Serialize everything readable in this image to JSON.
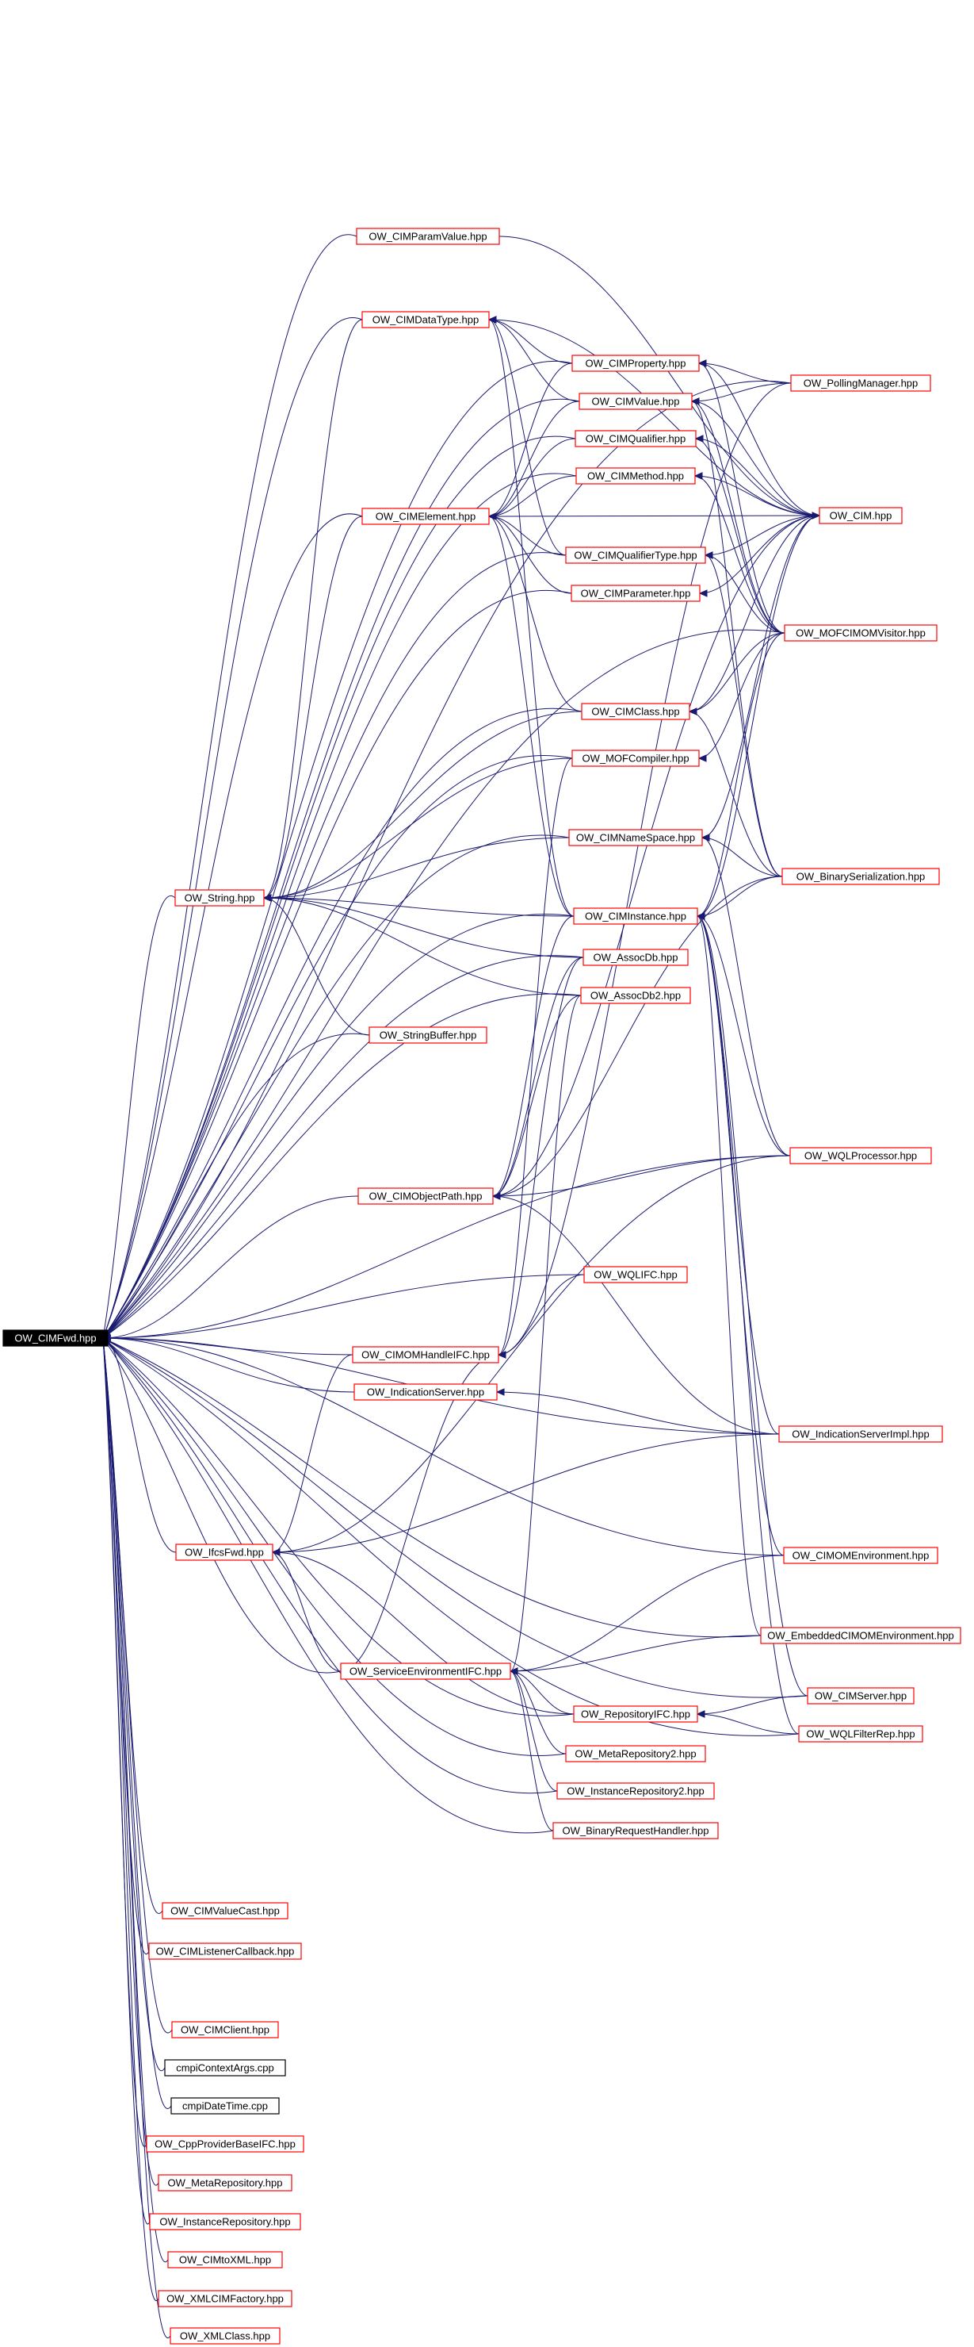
{
  "graph": {
    "root": "OW_CIMFwd.hpp",
    "nodes": [
      {
        "id": "OW_CIMFwd.hpp",
        "label": "OW_CIMFwd.hpp",
        "style": "root"
      },
      {
        "id": "OW_CIMParamValue.hpp",
        "label": "OW_CIMParamValue.hpp",
        "style": "red"
      },
      {
        "id": "OW_CIMDataType.hpp",
        "label": "OW_CIMDataType.hpp",
        "style": "red"
      },
      {
        "id": "OW_CIMProperty.hpp",
        "label": "OW_CIMProperty.hpp",
        "style": "red"
      },
      {
        "id": "OW_CIMValue.hpp",
        "label": "OW_CIMValue.hpp",
        "style": "red"
      },
      {
        "id": "OW_PollingManager.hpp",
        "label": "OW_PollingManager.hpp",
        "style": "red"
      },
      {
        "id": "OW_CIMQualifier.hpp",
        "label": "OW_CIMQualifier.hpp",
        "style": "red"
      },
      {
        "id": "OW_CIMMethod.hpp",
        "label": "OW_CIMMethod.hpp",
        "style": "red"
      },
      {
        "id": "OW_CIMElement.hpp",
        "label": "OW_CIMElement.hpp",
        "style": "red"
      },
      {
        "id": "OW_CIM.hpp",
        "label": "OW_CIM.hpp",
        "style": "red"
      },
      {
        "id": "OW_CIMQualifierType.hpp",
        "label": "OW_CIMQualifierType.hpp",
        "style": "red"
      },
      {
        "id": "OW_CIMParameter.hpp",
        "label": "OW_CIMParameter.hpp",
        "style": "red"
      },
      {
        "id": "OW_MOFCIMOMVisitor.hpp",
        "label": "OW_MOFCIMOMVisitor.hpp",
        "style": "red"
      },
      {
        "id": "OW_CIMClass.hpp",
        "label": "OW_CIMClass.hpp",
        "style": "red"
      },
      {
        "id": "OW_MOFCompiler.hpp",
        "label": "OW_MOFCompiler.hpp",
        "style": "red"
      },
      {
        "id": "OW_CIMNameSpace.hpp",
        "label": "OW_CIMNameSpace.hpp",
        "style": "red"
      },
      {
        "id": "OW_BinarySerialization.hpp",
        "label": "OW_BinarySerialization.hpp",
        "style": "red"
      },
      {
        "id": "OW_String.hpp",
        "label": "OW_String.hpp",
        "style": "red"
      },
      {
        "id": "OW_CIMInstance.hpp",
        "label": "OW_CIMInstance.hpp",
        "style": "red"
      },
      {
        "id": "OW_AssocDb.hpp",
        "label": "OW_AssocDb.hpp",
        "style": "red"
      },
      {
        "id": "OW_AssocDb2.hpp",
        "label": "OW_AssocDb2.hpp",
        "style": "red"
      },
      {
        "id": "OW_StringBuffer.hpp",
        "label": "OW_StringBuffer.hpp",
        "style": "red"
      },
      {
        "id": "OW_WQLProcessor.hpp",
        "label": "OW_WQLProcessor.hpp",
        "style": "red"
      },
      {
        "id": "OW_CIMObjectPath.hpp",
        "label": "OW_CIMObjectPath.hpp",
        "style": "red"
      },
      {
        "id": "OW_WQLIFC.hpp",
        "label": "OW_WQLIFC.hpp",
        "style": "red"
      },
      {
        "id": "OW_CIMOMHandleIFC.hpp",
        "label": "OW_CIMOMHandleIFC.hpp",
        "style": "red"
      },
      {
        "id": "OW_IndicationServer.hpp",
        "label": "OW_IndicationServer.hpp",
        "style": "red"
      },
      {
        "id": "OW_IndicationServerImpl.hpp",
        "label": "OW_IndicationServerImpl.hpp",
        "style": "red"
      },
      {
        "id": "OW_IfcsFwd.hpp",
        "label": "OW_IfcsFwd.hpp",
        "style": "red"
      },
      {
        "id": "OW_CIMOMEnvironment.hpp",
        "label": "OW_CIMOMEnvironment.hpp",
        "style": "red"
      },
      {
        "id": "OW_EmbeddedCIMOMEnvironment.hpp",
        "label": "OW_EmbeddedCIMOMEnvironment.hpp",
        "style": "red"
      },
      {
        "id": "OW_ServiceEnvironmentIFC.hpp",
        "label": "OW_ServiceEnvironmentIFC.hpp",
        "style": "red"
      },
      {
        "id": "OW_CIMServer.hpp",
        "label": "OW_CIMServer.hpp",
        "style": "red"
      },
      {
        "id": "OW_RepositoryIFC.hpp",
        "label": "OW_RepositoryIFC.hpp",
        "style": "red"
      },
      {
        "id": "OW_WQLFilterRep.hpp",
        "label": "OW_WQLFilterRep.hpp",
        "style": "red"
      },
      {
        "id": "OW_MetaRepository2.hpp",
        "label": "OW_MetaRepository2.hpp",
        "style": "red"
      },
      {
        "id": "OW_InstanceRepository2.hpp",
        "label": "OW_InstanceRepository2.hpp",
        "style": "red"
      },
      {
        "id": "OW_BinaryRequestHandler.hpp",
        "label": "OW_BinaryRequestHandler.hpp",
        "style": "red"
      },
      {
        "id": "OW_CIMValueCast.hpp",
        "label": "OW_CIMValueCast.hpp",
        "style": "red"
      },
      {
        "id": "OW_CIMListenerCallback.hpp",
        "label": "OW_CIMListenerCallback.hpp",
        "style": "red"
      },
      {
        "id": "OW_CIMClient.hpp",
        "label": "OW_CIMClient.hpp",
        "style": "red"
      },
      {
        "id": "cmpiContextArgs.cpp",
        "label": "cmpiContextArgs.cpp",
        "style": "black"
      },
      {
        "id": "cmpiDateTime.cpp",
        "label": "cmpiDateTime.cpp",
        "style": "black"
      },
      {
        "id": "OW_CppProviderBaseIFC.hpp",
        "label": "OW_CppProviderBaseIFC.hpp",
        "style": "red"
      },
      {
        "id": "OW_MetaRepository.hpp",
        "label": "OW_MetaRepository.hpp",
        "style": "red"
      },
      {
        "id": "OW_InstanceRepository.hpp",
        "label": "OW_InstanceRepository.hpp",
        "style": "red"
      },
      {
        "id": "OW_CIMtoXML.hpp",
        "label": "OW_CIMtoXML.hpp",
        "style": "red"
      },
      {
        "id": "OW_XMLCIMFactory.hpp",
        "label": "OW_XMLCIMFactory.hpp",
        "style": "red"
      },
      {
        "id": "OW_XMLClass.hpp",
        "label": "OW_XMLClass.hpp",
        "style": "red"
      }
    ],
    "edges": [
      [
        "OW_CIMParamValue.hpp",
        "OW_CIMFwd.hpp"
      ],
      [
        "OW_CIMDataType.hpp",
        "OW_CIMFwd.hpp"
      ],
      [
        "OW_CIMProperty.hpp",
        "OW_CIMFwd.hpp"
      ],
      [
        "OW_CIMValue.hpp",
        "OW_CIMFwd.hpp"
      ],
      [
        "OW_PollingManager.hpp",
        "OW_CIMFwd.hpp"
      ],
      [
        "OW_CIMQualifier.hpp",
        "OW_CIMFwd.hpp"
      ],
      [
        "OW_CIMMethod.hpp",
        "OW_CIMFwd.hpp"
      ],
      [
        "OW_CIMElement.hpp",
        "OW_CIMFwd.hpp"
      ],
      [
        "OW_CIMQualifierType.hpp",
        "OW_CIMFwd.hpp"
      ],
      [
        "OW_CIMParameter.hpp",
        "OW_CIMFwd.hpp"
      ],
      [
        "OW_MOFCIMOMVisitor.hpp",
        "OW_CIMFwd.hpp"
      ],
      [
        "OW_CIMClass.hpp",
        "OW_CIMFwd.hpp"
      ],
      [
        "OW_MOFCompiler.hpp",
        "OW_CIMFwd.hpp"
      ],
      [
        "OW_CIMNameSpace.hpp",
        "OW_CIMFwd.hpp"
      ],
      [
        "OW_String.hpp",
        "OW_CIMFwd.hpp"
      ],
      [
        "OW_CIMInstance.hpp",
        "OW_CIMFwd.hpp"
      ],
      [
        "OW_AssocDb.hpp",
        "OW_CIMFwd.hpp"
      ],
      [
        "OW_AssocDb2.hpp",
        "OW_CIMFwd.hpp"
      ],
      [
        "OW_StringBuffer.hpp",
        "OW_CIMFwd.hpp"
      ],
      [
        "OW_WQLProcessor.hpp",
        "OW_CIMFwd.hpp"
      ],
      [
        "OW_CIMObjectPath.hpp",
        "OW_CIMFwd.hpp"
      ],
      [
        "OW_WQLIFC.hpp",
        "OW_CIMFwd.hpp"
      ],
      [
        "OW_CIMOMHandleIFC.hpp",
        "OW_CIMFwd.hpp"
      ],
      [
        "OW_IndicationServer.hpp",
        "OW_CIMFwd.hpp"
      ],
      [
        "OW_IndicationServerImpl.hpp",
        "OW_CIMFwd.hpp"
      ],
      [
        "OW_IfcsFwd.hpp",
        "OW_CIMFwd.hpp"
      ],
      [
        "OW_CIMOMEnvironment.hpp",
        "OW_CIMFwd.hpp"
      ],
      [
        "OW_EmbeddedCIMOMEnvironment.hpp",
        "OW_CIMFwd.hpp"
      ],
      [
        "OW_ServiceEnvironmentIFC.hpp",
        "OW_CIMFwd.hpp"
      ],
      [
        "OW_RepositoryIFC.hpp",
        "OW_CIMFwd.hpp"
      ],
      [
        "OW_MetaRepository2.hpp",
        "OW_CIMFwd.hpp"
      ],
      [
        "OW_InstanceRepository2.hpp",
        "OW_CIMFwd.hpp"
      ],
      [
        "OW_BinaryRequestHandler.hpp",
        "OW_CIMFwd.hpp"
      ],
      [
        "OW_CIMServer.hpp",
        "OW_CIMFwd.hpp"
      ],
      [
        "OW_WQLFilterRep.hpp",
        "OW_CIMFwd.hpp"
      ],
      [
        "OW_CIMValueCast.hpp",
        "OW_CIMFwd.hpp"
      ],
      [
        "OW_CIMListenerCallback.hpp",
        "OW_CIMFwd.hpp"
      ],
      [
        "OW_CIMClient.hpp",
        "OW_CIMFwd.hpp"
      ],
      [
        "cmpiContextArgs.cpp",
        "OW_CIMFwd.hpp"
      ],
      [
        "cmpiDateTime.cpp",
        "OW_CIMFwd.hpp"
      ],
      [
        "OW_CppProviderBaseIFC.hpp",
        "OW_CIMFwd.hpp"
      ],
      [
        "OW_MetaRepository.hpp",
        "OW_CIMFwd.hpp"
      ],
      [
        "OW_InstanceRepository.hpp",
        "OW_CIMFwd.hpp"
      ],
      [
        "OW_CIMtoXML.hpp",
        "OW_CIMFwd.hpp"
      ],
      [
        "OW_XMLCIMFactory.hpp",
        "OW_CIMFwd.hpp"
      ],
      [
        "OW_XMLClass.hpp",
        "OW_CIMFwd.hpp"
      ],
      [
        "OW_CIMParamValue.hpp",
        "OW_CIM.hpp"
      ],
      [
        "OW_CIMDataType.hpp",
        "OW_CIM.hpp"
      ],
      [
        "OW_CIMProperty.hpp",
        "OW_CIMDataType.hpp"
      ],
      [
        "OW_CIMValue.hpp",
        "OW_CIMDataType.hpp"
      ],
      [
        "OW_CIMQualifierType.hpp",
        "OW_CIMDataType.hpp"
      ],
      [
        "OW_CIMInstance.hpp",
        "OW_CIMDataType.hpp"
      ],
      [
        "OW_PollingManager.hpp",
        "OW_CIMProperty.hpp"
      ],
      [
        "OW_CIM.hpp",
        "OW_CIMProperty.hpp"
      ],
      [
        "OW_MOFCIMOMVisitor.hpp",
        "OW_CIMProperty.hpp"
      ],
      [
        "OW_PollingManager.hpp",
        "OW_CIMValue.hpp"
      ],
      [
        "OW_CIM.hpp",
        "OW_CIMValue.hpp"
      ],
      [
        "OW_MOFCIMOMVisitor.hpp",
        "OW_CIMValue.hpp"
      ],
      [
        "OW_BinarySerialization.hpp",
        "OW_CIMValue.hpp"
      ],
      [
        "OW_CIM.hpp",
        "OW_CIMQualifier.hpp"
      ],
      [
        "OW_MOFCIMOMVisitor.hpp",
        "OW_CIMQualifier.hpp"
      ],
      [
        "OW_CIM.hpp",
        "OW_CIMMethod.hpp"
      ],
      [
        "OW_MOFCIMOMVisitor.hpp",
        "OW_CIMMethod.hpp"
      ],
      [
        "OW_CIMProperty.hpp",
        "OW_CIMElement.hpp"
      ],
      [
        "OW_CIMValue.hpp",
        "OW_CIMElement.hpp"
      ],
      [
        "OW_CIMQualifier.hpp",
        "OW_CIMElement.hpp"
      ],
      [
        "OW_CIMMethod.hpp",
        "OW_CIMElement.hpp"
      ],
      [
        "OW_CIMQualifierType.hpp",
        "OW_CIMElement.hpp"
      ],
      [
        "OW_CIMParameter.hpp",
        "OW_CIMElement.hpp"
      ],
      [
        "OW_CIMClass.hpp",
        "OW_CIMElement.hpp"
      ],
      [
        "OW_CIMInstance.hpp",
        "OW_CIMElement.hpp"
      ],
      [
        "OW_CIM.hpp",
        "OW_CIMElement.hpp"
      ],
      [
        "OW_CIM.hpp",
        "OW_CIMQualifierType.hpp"
      ],
      [
        "OW_MOFCIMOMVisitor.hpp",
        "OW_CIMQualifierType.hpp"
      ],
      [
        "OW_BinarySerialization.hpp",
        "OW_CIMQualifierType.hpp"
      ],
      [
        "OW_CIM.hpp",
        "OW_CIMParameter.hpp"
      ],
      [
        "OW_CIM.hpp",
        "OW_CIMClass.hpp"
      ],
      [
        "OW_MOFCIMOMVisitor.hpp",
        "OW_CIMClass.hpp"
      ],
      [
        "OW_BinarySerialization.hpp",
        "OW_CIMClass.hpp"
      ],
      [
        "OW_MOFCIMOMVisitor.hpp",
        "OW_MOFCompiler.hpp"
      ],
      [
        "OW_CIM.hpp",
        "OW_CIMNameSpace.hpp"
      ],
      [
        "OW_BinarySerialization.hpp",
        "OW_CIMNameSpace.hpp"
      ],
      [
        "OW_WQLProcessor.hpp",
        "OW_CIMNameSpace.hpp"
      ],
      [
        "OW_CIMElement.hpp",
        "OW_String.hpp"
      ],
      [
        "OW_CIMClass.hpp",
        "OW_String.hpp"
      ],
      [
        "OW_MOFCompiler.hpp",
        "OW_String.hpp"
      ],
      [
        "OW_CIMNameSpace.hpp",
        "OW_String.hpp"
      ],
      [
        "OW_CIMInstance.hpp",
        "OW_String.hpp"
      ],
      [
        "OW_AssocDb.hpp",
        "OW_String.hpp"
      ],
      [
        "OW_AssocDb2.hpp",
        "OW_String.hpp"
      ],
      [
        "OW_StringBuffer.hpp",
        "OW_String.hpp"
      ],
      [
        "OW_CIMDataType.hpp",
        "OW_String.hpp"
      ],
      [
        "OW_CIM.hpp",
        "OW_CIMInstance.hpp"
      ],
      [
        "OW_MOFCIMOMVisitor.hpp",
        "OW_CIMInstance.hpp"
      ],
      [
        "OW_BinarySerialization.hpp",
        "OW_CIMInstance.hpp"
      ],
      [
        "OW_WQLProcessor.hpp",
        "OW_CIMInstance.hpp"
      ],
      [
        "OW_IndicationServerImpl.hpp",
        "OW_CIMInstance.hpp"
      ],
      [
        "OW_CIMOMEnvironment.hpp",
        "OW_CIMInstance.hpp"
      ],
      [
        "OW_EmbeddedCIMOMEnvironment.hpp",
        "OW_CIMInstance.hpp"
      ],
      [
        "OW_CIMServer.hpp",
        "OW_CIMInstance.hpp"
      ],
      [
        "OW_WQLFilterRep.hpp",
        "OW_CIMInstance.hpp"
      ],
      [
        "OW_AssocDb.hpp",
        "OW_CIMObjectPath.hpp"
      ],
      [
        "OW_AssocDb2.hpp",
        "OW_CIMObjectPath.hpp"
      ],
      [
        "OW_CIMInstance.hpp",
        "OW_CIMObjectPath.hpp"
      ],
      [
        "OW_CIM.hpp",
        "OW_CIMObjectPath.hpp"
      ],
      [
        "OW_BinarySerialization.hpp",
        "OW_CIMObjectPath.hpp"
      ],
      [
        "OW_WQLProcessor.hpp",
        "OW_CIMObjectPath.hpp"
      ],
      [
        "OW_IndicationServerImpl.hpp",
        "OW_CIMObjectPath.hpp"
      ],
      [
        "OW_WQLIFC.hpp",
        "OW_CIMOMHandleIFC.hpp"
      ],
      [
        "OW_MOFCompiler.hpp",
        "OW_CIMOMHandleIFC.hpp"
      ],
      [
        "OW_AssocDb.hpp",
        "OW_CIMOMHandleIFC.hpp"
      ],
      [
        "OW_PollingManager.hpp",
        "OW_CIMOMHandleIFC.hpp"
      ],
      [
        "OW_IndicationServerImpl.hpp",
        "OW_IndicationServer.hpp"
      ],
      [
        "OW_CIMOMHandleIFC.hpp",
        "OW_IfcsFwd.hpp"
      ],
      [
        "OW_ServiceEnvironmentIFC.hpp",
        "OW_IfcsFwd.hpp"
      ],
      [
        "OW_RepositoryIFC.hpp",
        "OW_IfcsFwd.hpp"
      ],
      [
        "OW_IndicationServerImpl.hpp",
        "OW_IfcsFwd.hpp"
      ],
      [
        "OW_WQLProcessor.hpp",
        "OW_IfcsFwd.hpp"
      ],
      [
        "OW_CIMOMEnvironment.hpp",
        "OW_ServiceEnvironmentIFC.hpp"
      ],
      [
        "OW_EmbeddedCIMOMEnvironment.hpp",
        "OW_ServiceEnvironmentIFC.hpp"
      ],
      [
        "OW_RepositoryIFC.hpp",
        "OW_ServiceEnvironmentIFC.hpp"
      ],
      [
        "OW_MetaRepository2.hpp",
        "OW_ServiceEnvironmentIFC.hpp"
      ],
      [
        "OW_InstanceRepository2.hpp",
        "OW_ServiceEnvironmentIFC.hpp"
      ],
      [
        "OW_BinaryRequestHandler.hpp",
        "OW_ServiceEnvironmentIFC.hpp"
      ],
      [
        "OW_AssocDb2.hpp",
        "OW_ServiceEnvironmentIFC.hpp"
      ],
      [
        "OW_CIMOMHandleIFC.hpp",
        "OW_ServiceEnvironmentIFC.hpp"
      ],
      [
        "OW_CIMServer.hpp",
        "OW_RepositoryIFC.hpp"
      ],
      [
        "OW_WQLFilterRep.hpp",
        "OW_RepositoryIFC.hpp"
      ]
    ]
  }
}
